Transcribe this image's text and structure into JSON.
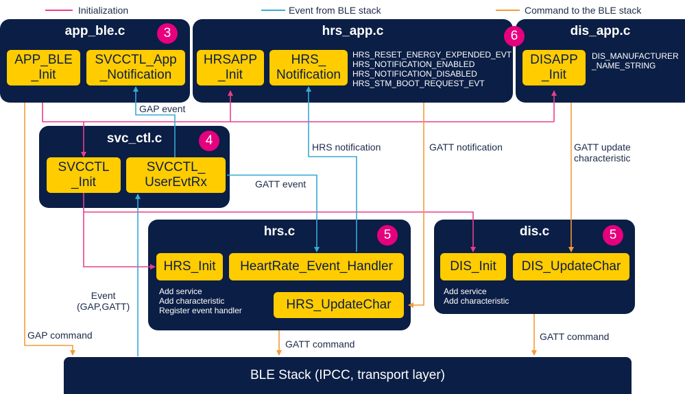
{
  "legend": {
    "init": "Initialization",
    "event": "Event from BLE stack",
    "command": "Command to the BLE stack"
  },
  "colors": {
    "init": "#e83e8c",
    "event": "#36a9d6",
    "command": "#f39a38",
    "panel": "#0b1e45",
    "box": "#ffcc00",
    "badge": "#e6007e"
  },
  "app_ble": {
    "title": "app_ble.c",
    "badge": "3",
    "init": "APP_BLE\n_Init",
    "notification": "SVCCTL_App\n_Notification"
  },
  "hrs_app": {
    "title": "hrs_app.c",
    "init": "HRSAPP\n_Init",
    "notification": "HRS_\nNotification",
    "events": "HRS_RESET_ENERGY_EXPENDED_EVT\nHRS_NOTIFICATION_ENABLED\nHRS_NOTIFICATION_DISABLED\nHRS_STM_BOOT_REQUEST_EVT"
  },
  "dis_app": {
    "title": "dis_app.c",
    "badge": "6",
    "init": "DISAPP\n_Init",
    "param": "DIS_MANUFACTURER\n_NAME_STRING"
  },
  "svc_ctl": {
    "title": "svc_ctl.c",
    "badge": "4",
    "init": "SVCCTL\n_Init",
    "user_evt": "SVCCTL_\nUserEvtRx"
  },
  "hrs": {
    "title": "hrs.c",
    "badge": "5",
    "init": "HRS_Init",
    "handler": "HeartRate_Event_Handler",
    "update": "HRS_UpdateChar",
    "notes": "Add service\nAdd characteristic\nRegister event handler"
  },
  "dis": {
    "title": "dis.c",
    "badge": "5",
    "init": "DIS_Init",
    "update": "DIS_UpdateChar",
    "notes": "Add service\nAdd characteristic"
  },
  "labels": {
    "gap_event": "GAP event",
    "hrs_notification": "HRS notification",
    "gatt_notification": "GATT notification",
    "gatt_update": "GATT update\ncharacteristic",
    "gatt_event": "GATT event",
    "event_gap_gatt": "Event\n(GAP,GATT)",
    "gap_command": "GAP command",
    "gatt_command_hrs": "GATT command",
    "gatt_command_dis": "GATT command"
  },
  "stack": {
    "label": "BLE Stack (IPCC, transport layer)"
  }
}
